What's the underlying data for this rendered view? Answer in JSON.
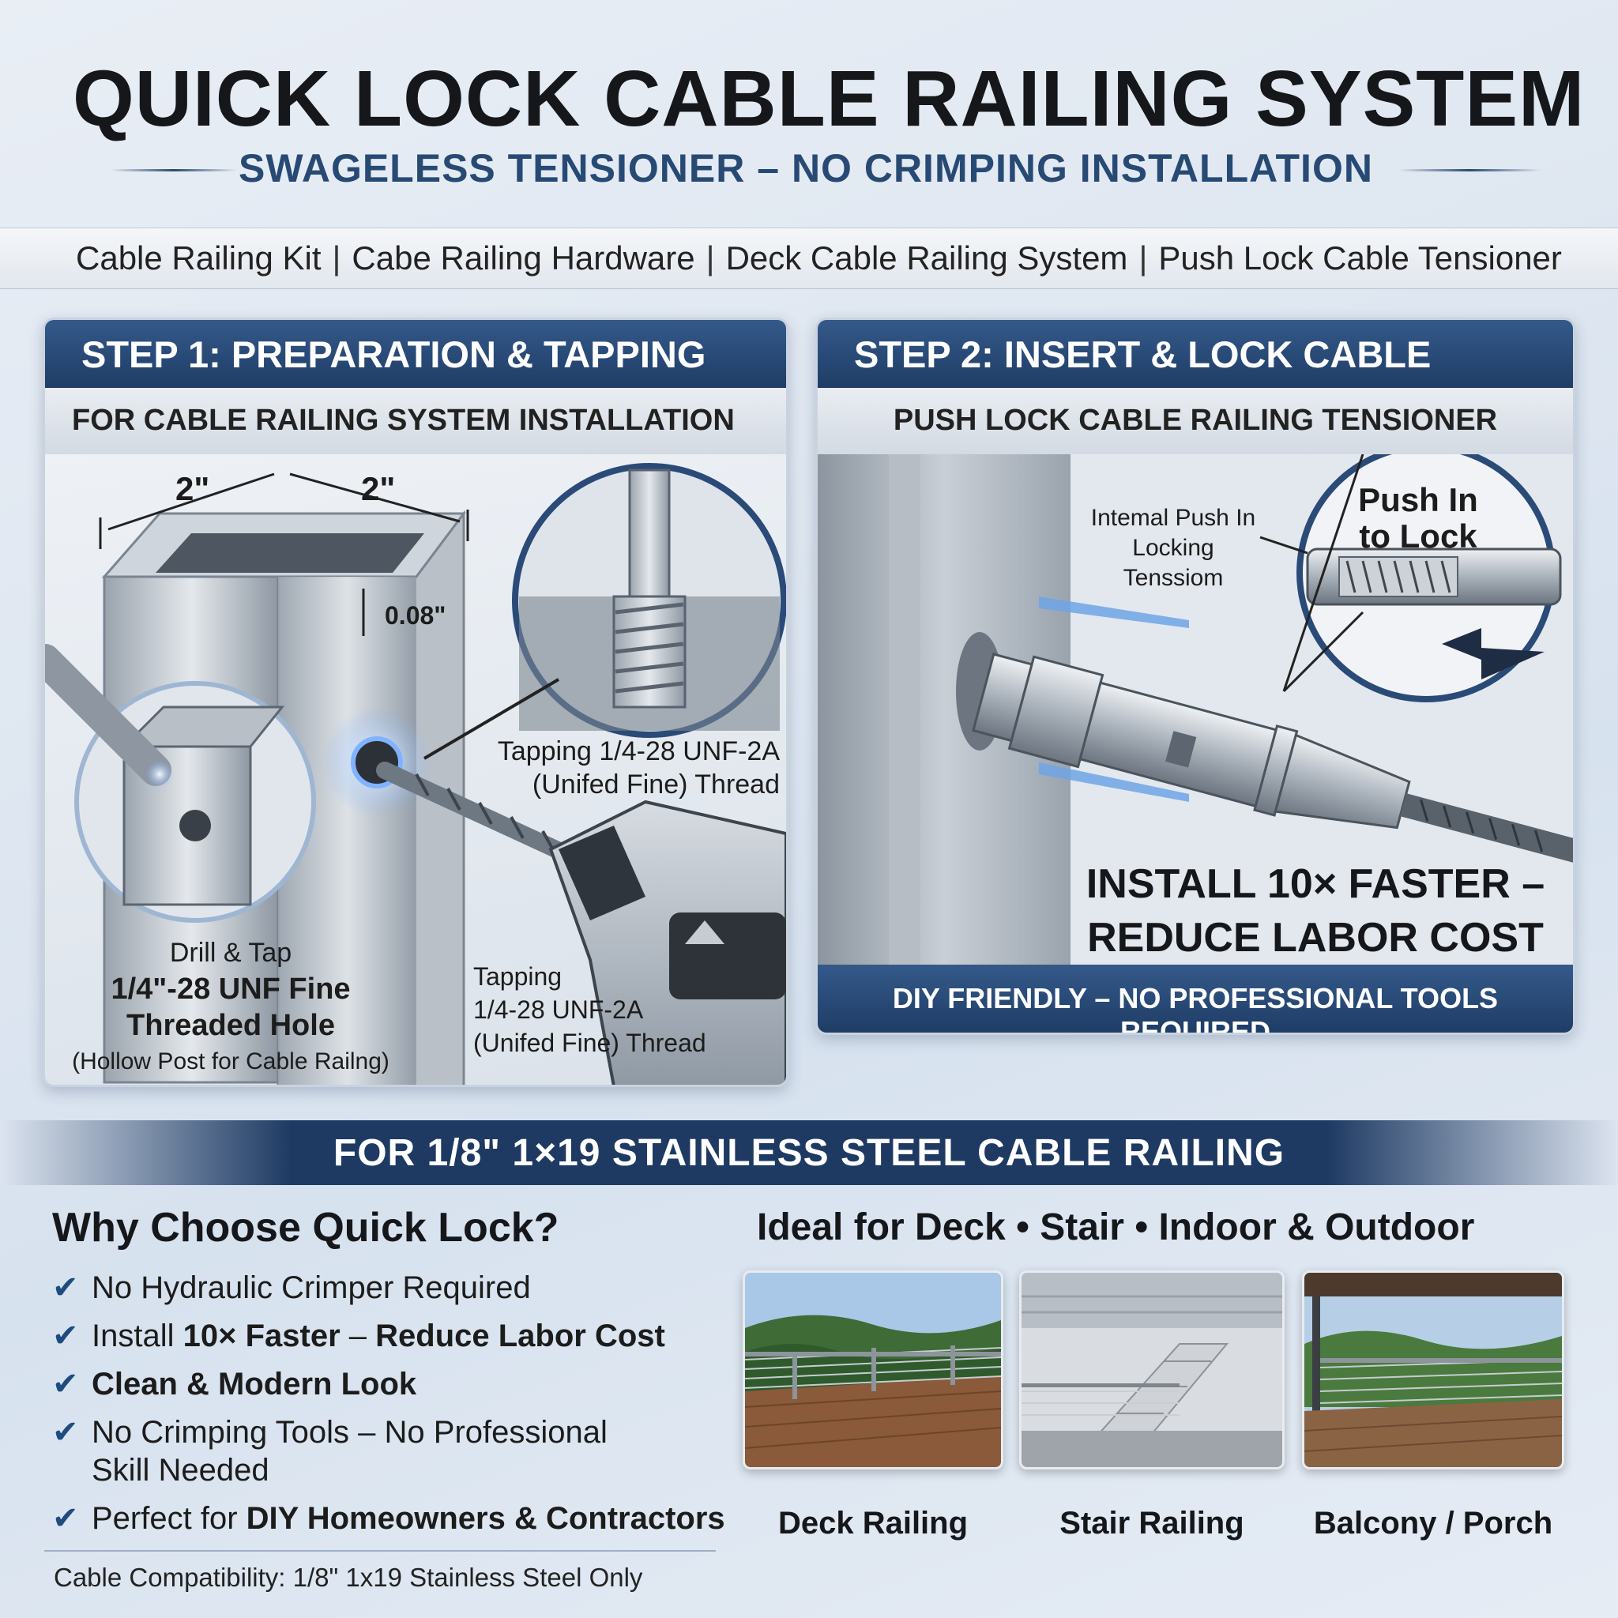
{
  "header": {
    "title": "QUICK LOCK CABLE RAILING SYSTEM",
    "subtitle": "SWAGELESS TENSIONER – NO CRIMPING INSTALLATION"
  },
  "keywords": [
    "Cable Railing Kit",
    "Cabe Railing Hardware",
    "Deck Cable Railing System",
    "Push Lock Cable Tensioner"
  ],
  "keyword_separator": "|",
  "step1": {
    "heading": "STEP 1: PREPARATION & TAPPING",
    "subheading": "FOR CABLE RAILING SYSTEM INSTALLATION",
    "dim_width": "2\"",
    "dim_depth": "2\"",
    "wall_thickness": "0.08\"",
    "tap_label_line1": "Tapping 1/4-28 UNF-2A",
    "tap_label_line2": "(Unifed Fine) Thread",
    "drill_line1": "Drill & Tap",
    "drill_line2": "1/4\"-28 UNF Fine",
    "drill_line3": "Threaded Hole",
    "drill_line4": "(Hollow Post for Cable Railng)",
    "tap2_line1": "Tapping",
    "tap2_line2": "1/4-28 UNF-2A",
    "tap2_line3": "(Unifed Fine) Thread"
  },
  "step2": {
    "heading": "STEP 2: INSERT & LOCK CABLE",
    "subheading": "PUSH LOCK CABLE RAILING TENSIONER",
    "internal_line1": "Intemal Push In",
    "internal_line2": "Locking",
    "internal_line3": "Tenssiom",
    "push_line1": "Push In",
    "push_line2": "to Lock",
    "install_line1": "INSTALL 10× FASTER –",
    "install_line2": "REDUCE LABOR COST",
    "footer": "DIY FRIENDLY – NO PROFESSIONAL TOOLS REQUIRED"
  },
  "banner": "FOR 1/8\" 1×19 STAINLESS STEEL CABLE RAILING",
  "why": {
    "title": "Why Choose Quick Lock?",
    "check_glyph": "✔",
    "b1": "No Hydraulic Crimper Required",
    "b2_pre": "Install ",
    "b2_bold1": "10× Faster",
    "b2_mid": " – ",
    "b2_bold2": "Reduce Labor Cost",
    "b3": "Clean & Modern Look",
    "b4_line1": "No Crimping Tools – No Professional",
    "b4_line2": "Skill Needed",
    "b5_pre": "Perfect for ",
    "b5_bold": "DIY Homeowners & Contractors"
  },
  "compatibility": "Cable Compatibility: 1/8\" 1x19 Stainless Steel Only",
  "ideal": {
    "title": "Ideal for Deck • Stair • Indoor & Outdoor",
    "photos": [
      "Deck Railing",
      "Stair Railing",
      "Balcony / Porch"
    ]
  },
  "colors": {
    "navy": "#1f3d66",
    "accent_blue": "#274a74",
    "check_blue": "#1f4c80"
  }
}
